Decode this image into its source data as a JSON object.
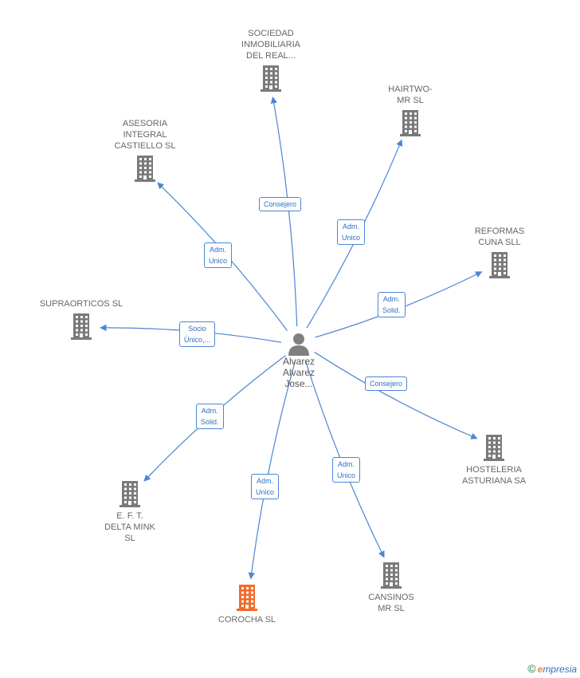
{
  "person": {
    "label": "Alvarez\nAlvarez\nJose...",
    "icon": "person-icon"
  },
  "companies": [
    {
      "id": "sociedad",
      "label": "SOCIEDAD\nINMOBILIARIA\nDEL REAL...",
      "icon": "building-icon",
      "highlight": false
    },
    {
      "id": "hairtwo",
      "label": "HAIRTWO-\nMR SL",
      "icon": "building-icon",
      "highlight": false
    },
    {
      "id": "asesoria",
      "label": "ASESORIA\nINTEGRAL\nCASTIELLO SL",
      "icon": "building-icon",
      "highlight": false
    },
    {
      "id": "reformas",
      "label": "REFORMAS\nCUNA SLL",
      "icon": "building-icon",
      "highlight": false
    },
    {
      "id": "supraorticos",
      "label": "SUPRAORTICOS SL",
      "icon": "building-icon",
      "highlight": false
    },
    {
      "id": "hosteleria",
      "label": "HOSTELERIA\nASTURIANA SA",
      "icon": "building-icon",
      "highlight": false
    },
    {
      "id": "eft",
      "label": "E. F. T.\nDELTA MINK\nSL",
      "icon": "building-icon",
      "highlight": false
    },
    {
      "id": "corocha",
      "label": "COROCHA SL",
      "icon": "building-icon",
      "highlight": true
    },
    {
      "id": "cansinos",
      "label": "CANSINOS\nMR SL",
      "icon": "building-icon",
      "highlight": false
    }
  ],
  "edges": [
    {
      "to": "sociedad",
      "label": "Consejero"
    },
    {
      "to": "hairtwo",
      "label": "Adm.\nUnico"
    },
    {
      "to": "asesoria",
      "label": "Adm.\nUnico"
    },
    {
      "to": "reformas",
      "label": "Adm.\nSolid."
    },
    {
      "to": "supraorticos",
      "label": "Socio\nÚnico,..."
    },
    {
      "to": "hosteleria",
      "label": "Consejero"
    },
    {
      "to": "eft",
      "label": "Adm.\nSolid."
    },
    {
      "to": "corocha",
      "label": "Adm.\nUnico"
    },
    {
      "to": "cansinos",
      "label": "Adm.\nUnico"
    }
  ],
  "colors": {
    "edge": "#4a86d4",
    "building": "#7a7a7a",
    "highlight": "#f26b2c",
    "person": "#808080"
  },
  "brand": {
    "copyright": "©",
    "name_initial": "e",
    "name_rest": "mpresia"
  }
}
